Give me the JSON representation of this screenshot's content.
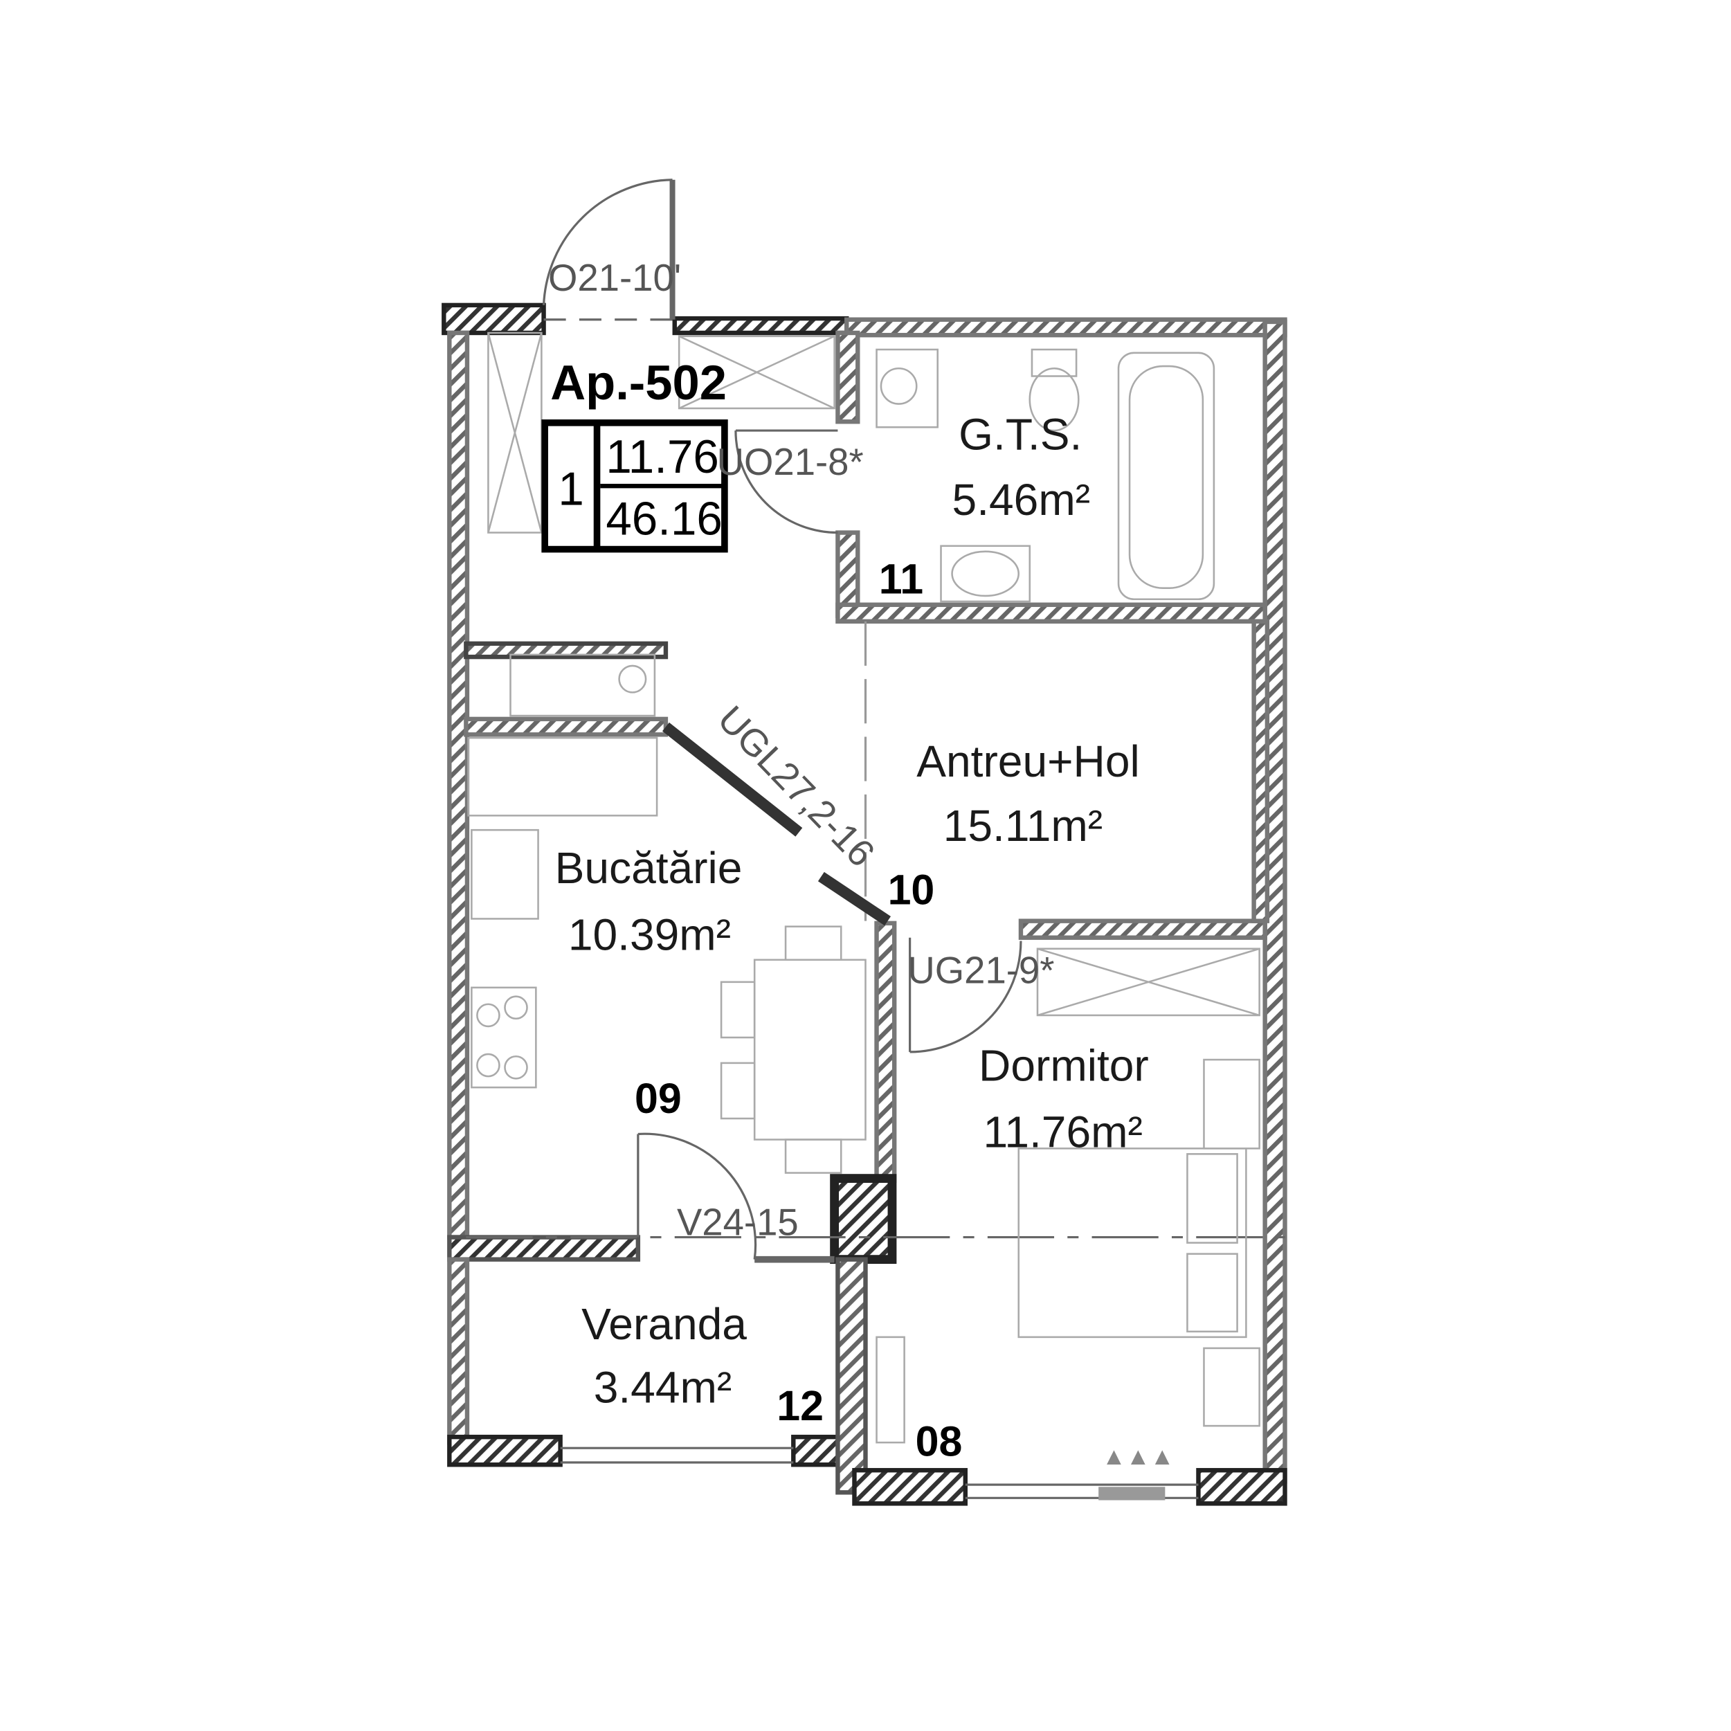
{
  "plan": {
    "apartment_label": "Ap.-502",
    "info_box": {
      "rooms": "1",
      "area_1": "11.76",
      "area_2": "46.16"
    },
    "rooms": [
      {
        "name": "G.T.S.",
        "area": "5.46m²",
        "number": "11"
      },
      {
        "name": "Antreu+Hol",
        "area": "15.11m²",
        "number": "10"
      },
      {
        "name": "Bucătărie",
        "area": "10.39m²",
        "number": "09"
      },
      {
        "name": "Dormitor",
        "area": "11.76m²",
        "number": "08"
      },
      {
        "name": "Veranda",
        "area": "3.44m²",
        "number": "12"
      }
    ],
    "door_tags": [
      "O21-10'",
      "UO21-8*",
      "UGL27,2-16",
      "UG21-9*",
      "V24-15"
    ],
    "colors": {
      "wall": "#222222",
      "wall_light": "#777777",
      "furniture": "#aaaaaa",
      "text": "#000000"
    }
  }
}
